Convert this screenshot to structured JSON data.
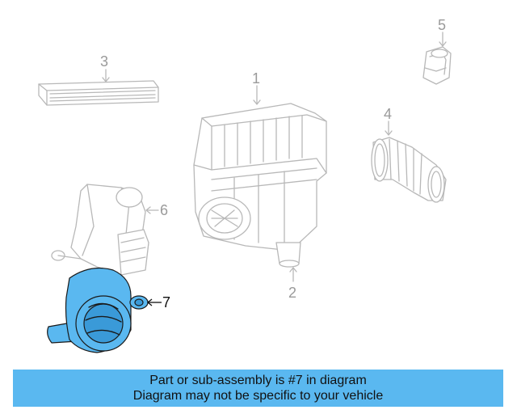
{
  "callouts": {
    "c1": "1",
    "c2": "2",
    "c3": "3",
    "c4": "4",
    "c5": "5",
    "c6": "6",
    "c7": "7"
  },
  "highlighted_part": "7",
  "colors": {
    "highlight": "#5ab8f0",
    "line_art": "#b8b8b8",
    "banner": "#5ab8f0"
  },
  "banner": {
    "line1": "Part or sub-assembly is #7 in diagram",
    "line2": "Diagram may not be specific to your vehicle"
  }
}
